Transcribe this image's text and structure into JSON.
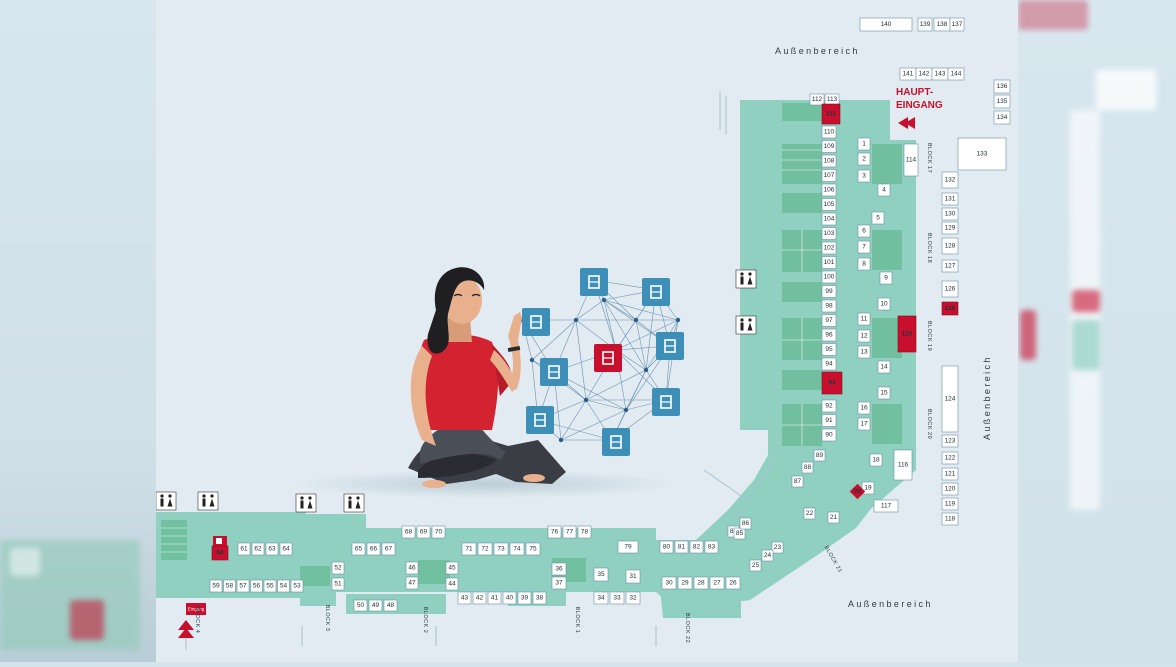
{
  "map": {
    "main_entrance_line1": "HAUPT-",
    "main_entrance_line2": "EINGANG",
    "outdoor_area_label": "Außenbereich",
    "entrance_small_label": "Eingang",
    "highlighted_stands": [
      "111",
      "93",
      "115",
      "125",
      "60",
      "20"
    ],
    "blocks": [
      "BLOCK 17",
      "BLOCK 18",
      "BLOCK 19",
      "BLOCK 20",
      "BLOCK 21",
      "BLOCK 22",
      "BLOCK 1",
      "BLOCK 2",
      "BLOCK 3",
      "BLOCK 4"
    ],
    "outdoor_stands": [
      "140",
      "139",
      "138",
      "137",
      "141",
      "142",
      "143",
      "144",
      "136",
      "135",
      "134",
      "133",
      "117",
      "116"
    ],
    "stands": [
      "1",
      "2",
      "3",
      "4",
      "5",
      "6",
      "7",
      "8",
      "9",
      "10",
      "11",
      "12",
      "13",
      "14",
      "15",
      "16",
      "17",
      "18",
      "19",
      "21",
      "22",
      "23",
      "24",
      "25",
      "26",
      "27",
      "28",
      "29",
      "30",
      "31",
      "32",
      "33",
      "34",
      "35",
      "36",
      "37",
      "38",
      "39",
      "40",
      "41",
      "42",
      "43",
      "44",
      "45",
      "46",
      "47",
      "48",
      "49",
      "50",
      "51",
      "52",
      "53",
      "54",
      "55",
      "56",
      "57",
      "58",
      "59",
      "61",
      "62",
      "63",
      "64",
      "65",
      "66",
      "67",
      "68",
      "69",
      "70",
      "71",
      "72",
      "73",
      "74",
      "75",
      "76",
      "77",
      "78",
      "79",
      "80",
      "81",
      "82",
      "83",
      "84",
      "85",
      "86",
      "87",
      "88",
      "89",
      "90",
      "91",
      "92",
      "94",
      "95",
      "96",
      "97",
      "98",
      "99",
      "100",
      "101",
      "102",
      "103",
      "104",
      "105",
      "106",
      "107",
      "108",
      "109",
      "110",
      "112",
      "113",
      "114",
      "118",
      "119",
      "120",
      "121",
      "122",
      "123",
      "124",
      "126",
      "127",
      "128",
      "129",
      "130",
      "131",
      "132"
    ]
  },
  "colors": {
    "floor": "#8fd0c0",
    "highlight": "#c8102e",
    "label_red": "#c8102e",
    "network_icon": "#3e8fb8"
  },
  "illustration": {
    "icons": [
      "first-aid-kit-icon",
      "monitor-icon",
      "tools-icon",
      "people-icon",
      "satellite-dish-icon",
      "lab-flasks-icon",
      "microscope-icon",
      "computer-mouse-icon",
      "books-icon"
    ]
  }
}
